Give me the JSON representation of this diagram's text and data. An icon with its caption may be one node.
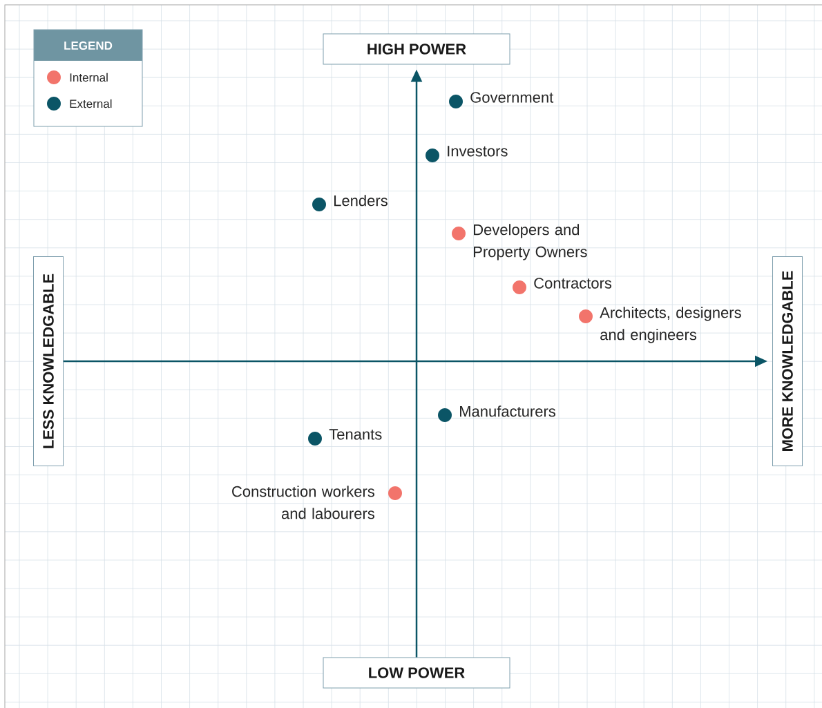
{
  "diagram": {
    "nodes": [
      {
        "text": [
          "HIGH POWER"
        ]
      },
      {
        "text": [
          "LESS KNOWLEDGABLE"
        ]
      },
      {
        "text": [
          "MORE KNOWLEDGABLE"
        ]
      },
      {
        "text": [
          "LOW POWER"
        ]
      },
      {
        "text": [
          "Government"
        ]
      },
      {
        "text": [
          "Investors"
        ]
      },
      {
        "text": [
          "Lenders"
        ]
      },
      {
        "text": [
          "Developers and Property Owners"
        ]
      },
      {
        "text": [
          "Contractors"
        ]
      },
      {
        "text": [
          "Architects, designers and engineers"
        ]
      },
      {
        "text": [
          "Manufacturers"
        ]
      },
      {
        "text": [
          "Tenants"
        ]
      },
      {
        "text": [
          "Construction workers and labourers"
        ]
      }
    ],
    "edges": [
      {
        "from": 3,
        "to": 0,
        "arrow": "to"
      },
      {
        "from": 1,
        "to": 2,
        "arrow": "to"
      }
    ],
    "labels": [
      "LEGEND"
    ],
    "legend": [
      {
        "text": "Internal",
        "color": "#f2746b"
      },
      {
        "text": "External",
        "color": "#0b5566"
      }
    ]
  }
}
